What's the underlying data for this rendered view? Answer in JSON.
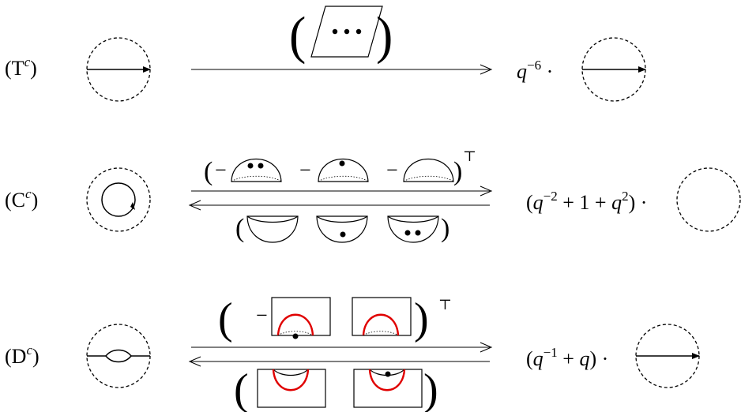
{
  "relations": [
    {
      "tag": {
        "letter": "T",
        "superscript": "c"
      },
      "rhs": {
        "q": "q",
        "exp": "−6",
        "dot": "·"
      }
    },
    {
      "tag": {
        "letter": "C",
        "superscript": "c"
      },
      "rhs": {
        "open": "(",
        "q1": "q",
        "exp1": "−2",
        "mid": " + 1 + ",
        "q2": "q",
        "exp2": "2",
        "close": ")",
        "dot": "·"
      },
      "upper_row": {
        "open": "(",
        "minus": "−",
        "close": ")",
        "transpose": "⊤"
      },
      "lower_row": {
        "open": "(",
        "close": ")"
      }
    },
    {
      "tag": {
        "letter": "D",
        "superscript": "c"
      },
      "rhs": {
        "open": "(",
        "q1": "q",
        "exp1": "−1",
        "mid": " + ",
        "q2": "q",
        "close": ")",
        "dot": "·"
      },
      "upper_row": {
        "open": "(",
        "minus": "−",
        "close": ")",
        "transpose": "⊤"
      },
      "lower_row": {
        "open": "(",
        "close": ")"
      }
    }
  ],
  "colors": {
    "ink": "#000000",
    "seam": "#e00000",
    "background": "#ffffff"
  }
}
